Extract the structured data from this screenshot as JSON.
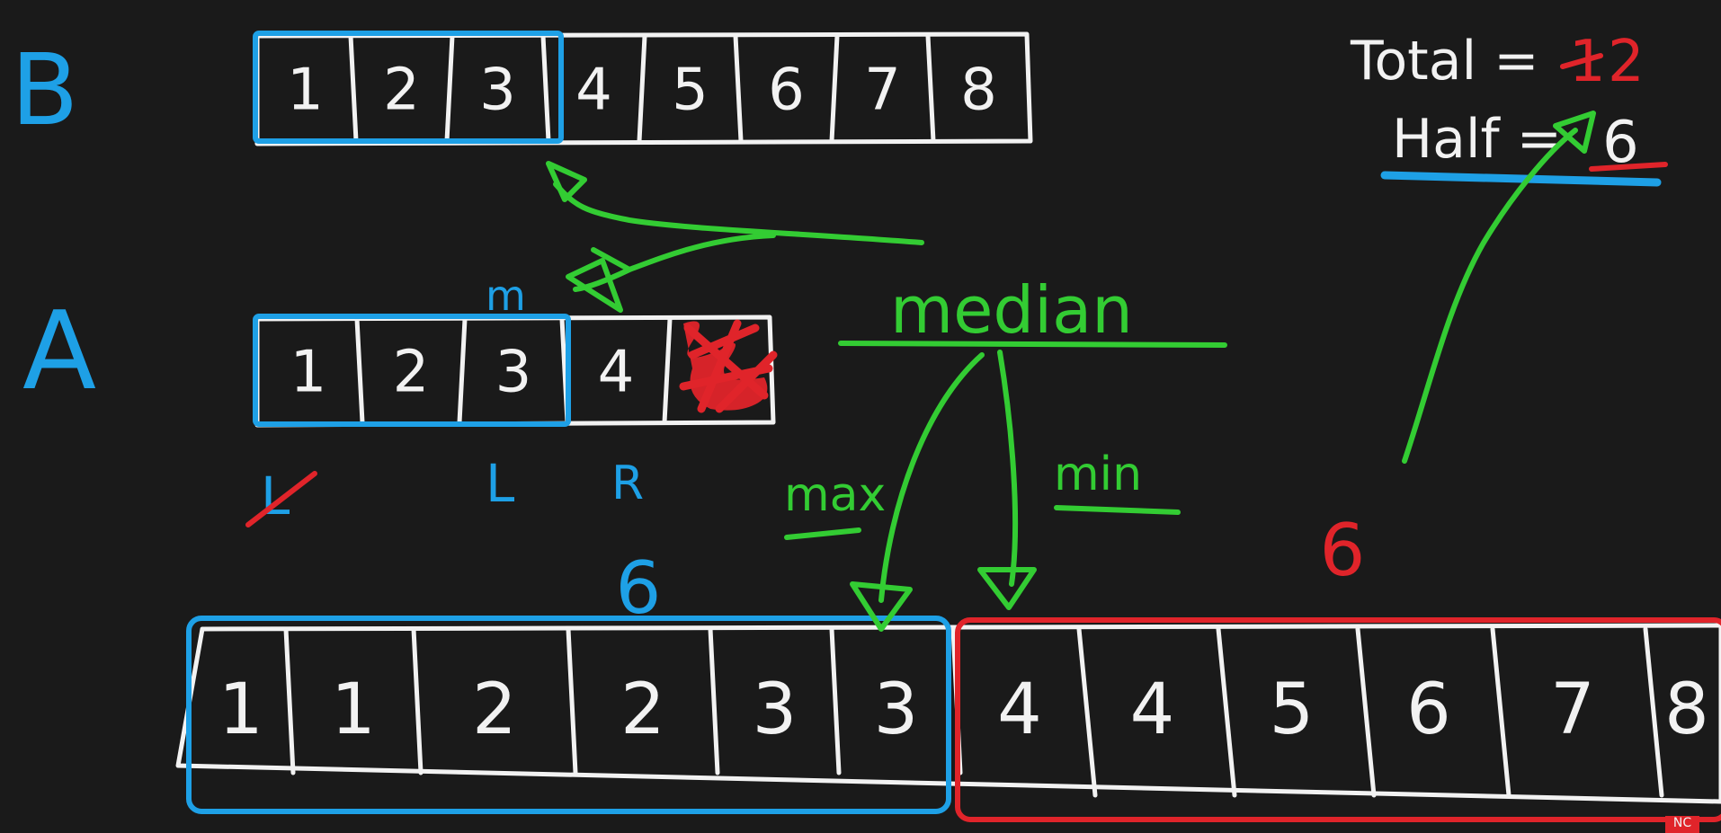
{
  "labels": {
    "array_b": "B",
    "array_a": "A",
    "mid_marker": "m",
    "left_struck": "L",
    "left_pointer": "L",
    "right_pointer": "R",
    "median": "median",
    "max": "max",
    "min": "min",
    "left_half_count": "6",
    "right_half_count": "6",
    "total_label": "Total =",
    "total_old": "1",
    "total_new": "2",
    "half_label": "Half =",
    "half_value": "6",
    "watermark": "NC"
  },
  "arrays": {
    "b": [
      "1",
      "2",
      "3",
      "4",
      "5",
      "6",
      "7",
      "8"
    ],
    "a": [
      "1",
      "2",
      "3",
      "4",
      ""
    ],
    "merged": [
      "1",
      "1",
      "2",
      "2",
      "3",
      "3",
      "4",
      "4",
      "5",
      "6",
      "7",
      "8"
    ]
  },
  "partition": {
    "b_left_count": 3,
    "a_left_count": 3,
    "merged_left_count": 6
  },
  "colors": {
    "background": "#1a1a1a",
    "ink": "#f2f2f2",
    "blue": "#1ea0e6",
    "green": "#33cc33",
    "red": "#e0242a"
  }
}
